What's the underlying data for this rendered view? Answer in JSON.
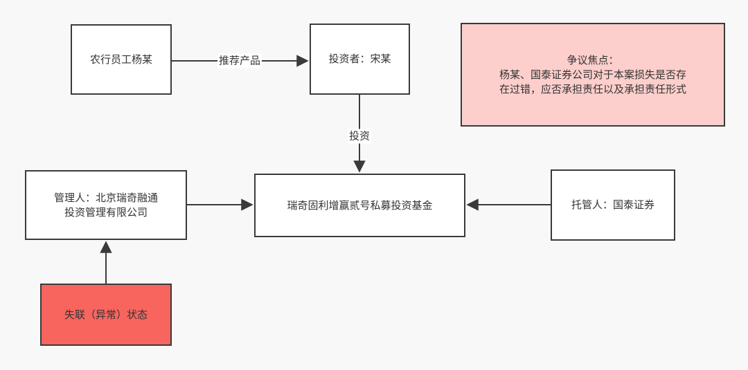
{
  "diagram": {
    "background_color": "#F8F8F8",
    "stroke_color": "#3A3A3A",
    "text_color": "#333333",
    "nodes": {
      "bank_employee": {
        "label": "农行员工杨某",
        "fill": "#FFFFFF"
      },
      "investor": {
        "label": "投资者：宋某",
        "fill": "#FFFFFF"
      },
      "manager": {
        "label": "管理人：北京瑞奇融通投资管理有限公司",
        "lines": [
          "管理人：北京瑞奇融通",
          "投资管理有限公司"
        ],
        "fill": "#FFFFFF"
      },
      "fund": {
        "label": "瑞奇固利增赢贰号私募投资基金",
        "fill": "#FFFFFF"
      },
      "custodian": {
        "label": "托管人：国泰证券",
        "fill": "#FFFFFF"
      },
      "status": {
        "label": "失联（异常）状态",
        "fill": "#F8655F"
      },
      "dispute": {
        "title": "争议焦点：",
        "body": "杨某、国泰证券公司对于本案损失是否存在过错，应否承担责任以及承担责任形式",
        "body_lines": [
          "杨某、国泰证券公司对于本案损失是否存",
          "在过错，应否承担责任以及承担责任形式"
        ],
        "fill": "#FCCFCC"
      }
    },
    "edges": {
      "recommend": {
        "from": "bank_employee",
        "to": "investor",
        "label": "推荐产品"
      },
      "invest": {
        "from": "investor",
        "to": "fund",
        "label": "投资"
      },
      "manage": {
        "from": "manager",
        "to": "fund",
        "label": ""
      },
      "custody": {
        "from": "custodian",
        "to": "fund",
        "label": ""
      },
      "status_of_manager": {
        "from": "status",
        "to": "manager",
        "label": ""
      }
    }
  }
}
